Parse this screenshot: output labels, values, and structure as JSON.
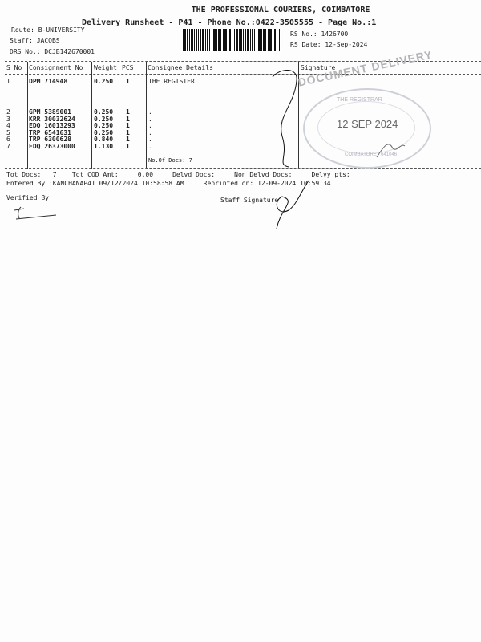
{
  "header": {
    "company": "THE PROFESSIONAL COURIERS, COIMBATORE",
    "subtitle": "Delivery Runsheet - P41 - Phone No.:0422-3505555 - Page No.:1",
    "route": "Route: B-UNIVERSITY",
    "staff": "Staff: JACOBS",
    "drs_no": "DRS No.: DCJB142670001",
    "rs_no": "RS No.: 1426700",
    "rs_date": "RS Date: 12-Sep-2024"
  },
  "table": {
    "columns": [
      "S No",
      "Consignment No",
      "Weight",
      "PCS",
      "Consignee Details",
      "Signature"
    ],
    "rows": [
      {
        "sno": "1",
        "cons": "DPM 714948",
        "weight": "0.250",
        "pcs": "1",
        "details": "THE REGISTER"
      },
      {
        "sno": "2",
        "cons": "GPM 5389001",
        "weight": "0.250",
        "pcs": "1",
        "details": "."
      },
      {
        "sno": "3",
        "cons": "KRR 30032624",
        "weight": "0.250",
        "pcs": "1",
        "details": "."
      },
      {
        "sno": "4",
        "cons": "EDQ 16013293",
        "weight": "0.250",
        "pcs": "1",
        "details": "."
      },
      {
        "sno": "5",
        "cons": "TRP 6541631",
        "weight": "0.250",
        "pcs": "1",
        "details": "."
      },
      {
        "sno": "6",
        "cons": "TRP 6300628",
        "weight": "0.840",
        "pcs": "1",
        "details": "."
      },
      {
        "sno": "7",
        "cons": "EDQ 26373000",
        "weight": "1.130",
        "pcs": "1",
        "details": "."
      }
    ],
    "no_of_docs": "No.Of Docs: 7"
  },
  "footer": {
    "totals": "Tot Docs:   7    Tot COD Amt:     0.00     Delvd Docs:     Non Delvd Docs:     Delvy pts:",
    "entered": "Entered By :KANCHANAP41 09/12/2024 10:58:58 AM     Reprinted on: 12-09-2024 10:59:34",
    "verified_by": "Verified By",
    "staff_signature": "Staff Signature"
  },
  "stamps": {
    "watermark": "DOCUMENT DELIVERY",
    "seal_date": "12 SEP 2024",
    "seal_top": "THE REGISTRAR",
    "seal_bottom": "COIMBATORE - 641046"
  }
}
